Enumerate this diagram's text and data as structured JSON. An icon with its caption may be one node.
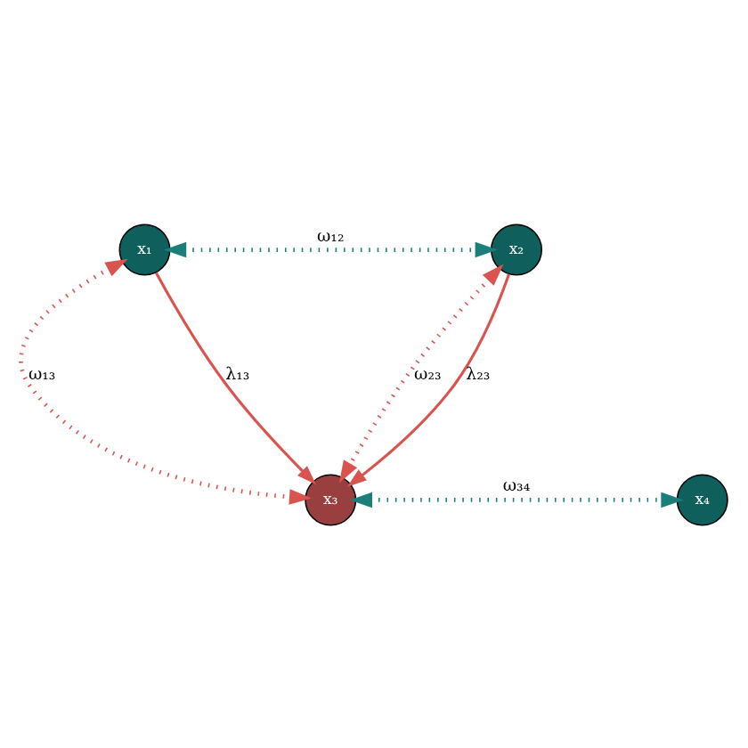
{
  "diagram": {
    "nodes": [
      {
        "text": [
          "x₁"
        ]
      },
      {
        "text": [
          "x₂"
        ]
      },
      {
        "text": [
          "x₃"
        ]
      },
      {
        "text": [
          "x₄"
        ]
      }
    ],
    "edges": [
      {
        "from": 0,
        "to": 1,
        "arrow": "both",
        "label": "ω₁₂",
        "style": "dashed",
        "color": "#1a7f7a"
      },
      {
        "from": 0,
        "to": 2,
        "arrow": "both",
        "label": "ω₁₃",
        "style": "dashed"
      },
      {
        "from": 0,
        "to": 2,
        "arrow": "to",
        "label": "λ₁₃"
      },
      {
        "from": 1,
        "to": 2,
        "arrow": "both",
        "label": "ω₂₃",
        "style": "dashed"
      },
      {
        "from": 1,
        "to": 2,
        "arrow": "to",
        "label": "λ₂₃"
      },
      {
        "from": 2,
        "to": 3,
        "arrow": "both",
        "label": "ω₃₄",
        "style": "dashed",
        "color": "#1a7f7a"
      }
    ]
  }
}
